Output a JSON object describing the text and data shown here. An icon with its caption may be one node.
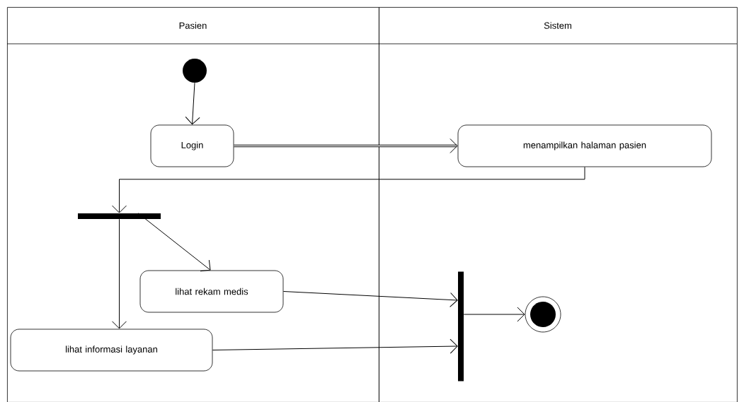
{
  "diagram": {
    "nodes": [
      {
        "text": [
          "Pasien"
        ]
      },
      {
        "text": [
          "Sistem"
        ]
      },
      {
        "text": [],
        "shape": "circle",
        "in": 0
      },
      {
        "text": [
          "Login"
        ],
        "in": 0
      },
      {
        "text": [
          "menampilkan halaman pasien"
        ],
        "in": 1
      },
      {
        "text": [],
        "shape": "bar",
        "in": 0
      },
      {
        "text": [
          "lihat rekam medis"
        ],
        "in": 0
      },
      {
        "text": [
          "lihat informasi layanan"
        ],
        "in": 0
      },
      {
        "text": [],
        "shape": "bar",
        "in": 1
      },
      {
        "text": [],
        "shape": "circle",
        "in": 1
      }
    ],
    "edges": [
      {
        "from": 2,
        "to": 3,
        "arrow": "to"
      },
      {
        "from": 3,
        "to": 4,
        "arrow": "to",
        "style": "thick"
      },
      {
        "from": 4,
        "to": 5,
        "arrow": "to"
      },
      {
        "from": 5,
        "to": 6,
        "arrow": "to"
      },
      {
        "from": 5,
        "to": 7,
        "arrow": "to"
      },
      {
        "from": 6,
        "to": 8,
        "arrow": "to"
      },
      {
        "from": 7,
        "to": 8,
        "arrow": "to"
      },
      {
        "from": 8,
        "to": 9,
        "arrow": "to"
      }
    ]
  }
}
